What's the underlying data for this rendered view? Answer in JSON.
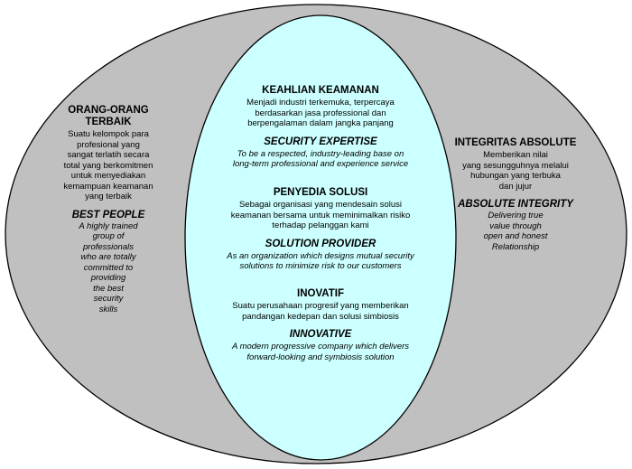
{
  "colors": {
    "outer_fill": "#c0c0c0",
    "inner_fill": "#ccffff",
    "stroke": "#000000"
  },
  "left": {
    "heading": "ORANG-ORANG TERBAIK",
    "body_lines": [
      "Suatu kelompok para",
      "profesional yang",
      "sangat terlatih secara",
      "total yang berkomitmen",
      "untuk  menyediakan",
      "kemampuan keamanan",
      "yang terbaik"
    ],
    "heading_en": "BEST PEOPLE",
    "body_en_lines": [
      "A highly trained",
      "group of",
      "professionals",
      "who are totally",
      "committed to",
      "providing",
      "the best",
      "security",
      "skills"
    ]
  },
  "right": {
    "heading": "INTEGRITAS ABSOLUTE",
    "body_lines": [
      "Memberikan nilai",
      "yang sesungguhnya melalui",
      "hubungan yang terbuka",
      "dan jujur"
    ],
    "heading_en": "ABSOLUTE INTEGRITY",
    "body_en_lines": [
      "Delivering true",
      "value through",
      "open and honest",
      "Relationship"
    ]
  },
  "center": {
    "sections": [
      {
        "heading": "KEAHLIAN KEAMANAN",
        "body_lines": [
          "Menjadi industri terkemuka, terpercaya",
          "berdasarkan jasa professional dan",
          "berpengalaman dalam jangka panjang"
        ],
        "heading_en": "SECURITY EXPERTISE",
        "body_en_lines": [
          "To be a respected, industry-leading base on",
          "long-term professional and experience service"
        ]
      },
      {
        "heading": "PENYEDIA SOLUSI",
        "body_lines": [
          "Sebagai organisasi yang mendesain solusi",
          "keamanan bersama untuk meminimalkan risiko",
          "terhadap pelanggan kami"
        ],
        "heading_en": "SOLUTION PROVIDER",
        "body_en_lines": [
          "As an organization which designs mutual security",
          "solutions to minimize risk to our customers"
        ]
      },
      {
        "heading": "INOVATIF",
        "body_lines": [
          "Suatu perusahaan progresif yang memberikan",
          "pandangan kedepan dan solusi simbiosis"
        ],
        "heading_en": "INNOVATIVE",
        "body_en_lines": [
          "A modern progressive company which delivers",
          "forward-looking and symbiosis solution"
        ]
      }
    ]
  }
}
